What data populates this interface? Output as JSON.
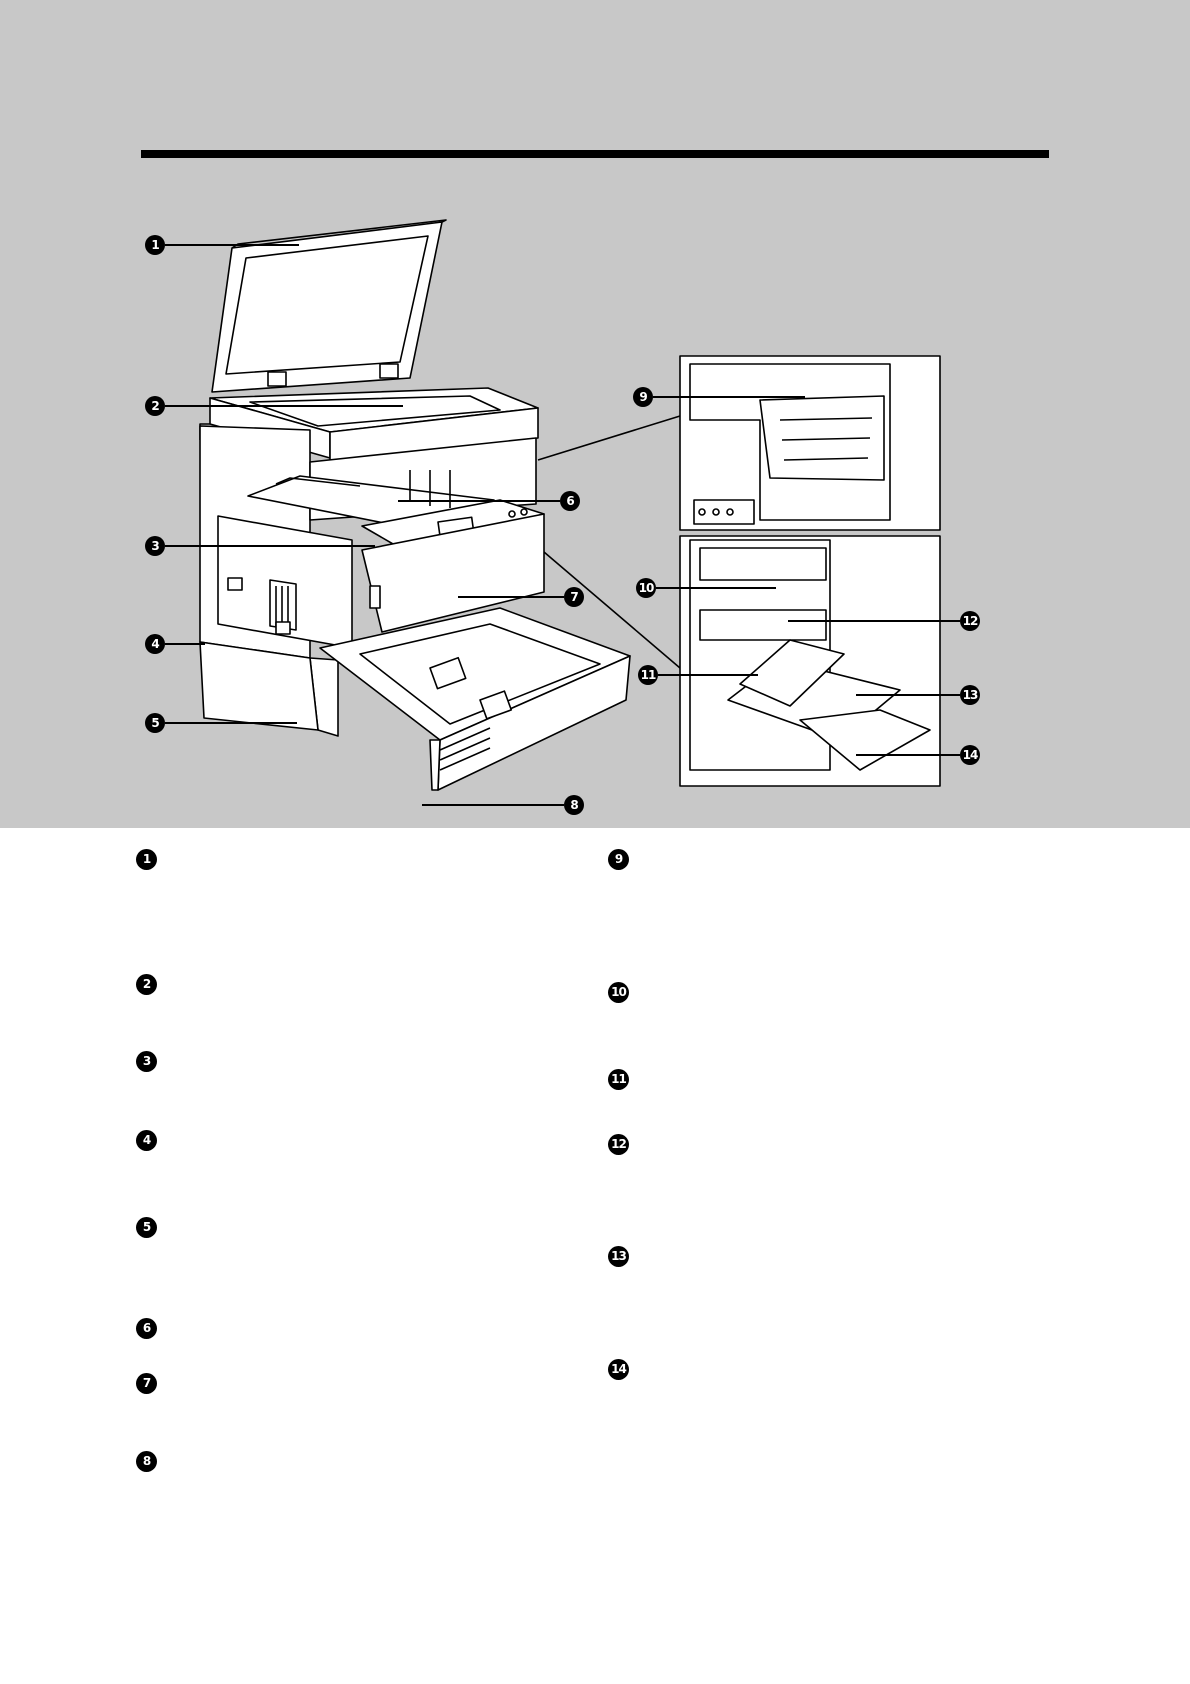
{
  "callouts": [
    "1",
    "2",
    "3",
    "4",
    "5",
    "6",
    "7",
    "8",
    "9",
    "10",
    "11",
    "12",
    "13",
    "14"
  ],
  "legend": {
    "left": [
      "1",
      "2",
      "3",
      "4",
      "5",
      "6",
      "7",
      "8"
    ],
    "right": [
      "9",
      "10",
      "11",
      "12",
      "13",
      "14"
    ]
  },
  "colors": {
    "panel": "#c8c8c8",
    "ink": "#000000",
    "paper": "#ffffff"
  }
}
